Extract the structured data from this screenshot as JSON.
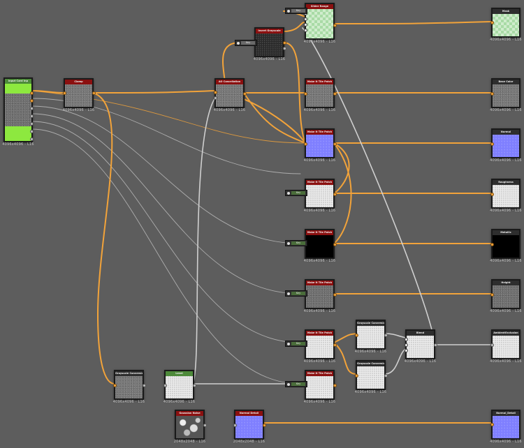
{
  "nodes": {
    "input_card": {
      "title": "Input Card Inp",
      "res": "4096x4096 - L16"
    },
    "clamp": {
      "title": "Clamp",
      "res": "4096x4096 - L16"
    },
    "ao_cancellation": {
      "title": "AO Cancellation",
      "res": "4096x4096 - L16"
    },
    "invert_grayscale": {
      "title": "Invert Grayscale",
      "res": "4096x4096 - L16"
    },
    "slider_range": {
      "title": "Slider Range",
      "res": "4096x4096 - L16"
    },
    "make_it_tile_1": {
      "title": "Make It Tile Patch",
      "res": "4096x4096 - L16"
    },
    "make_it_tile_2": {
      "title": "Make It Tile Patch",
      "res": "4096x4096 - L16"
    },
    "make_it_tile_3": {
      "title": "Make It Tile Patch",
      "res": "4096x4096 - L16"
    },
    "make_it_tile_4": {
      "title": "Make It Tile Patch",
      "res": "4096x4096 - L16"
    },
    "make_it_tile_5": {
      "title": "Make It Tile Patch",
      "res": "4096x4096 - L16"
    },
    "make_it_tile_6": {
      "title": "Make It Tile Patch",
      "res": "4096x4096 - L16"
    },
    "make_it_tile_7": {
      "title": "Make It Tile Patch",
      "res": "4096x4096 - L16"
    },
    "grayscale_conv_1": {
      "title": "Grayscale Conversion",
      "res": "4096x4096 - L16"
    },
    "grayscale_conv_2": {
      "title": "Grayscale Conversion",
      "res": "4096x4096 - L16"
    },
    "grayscale_conv_3": {
      "title": "Grayscale Conversion",
      "res": "4096x4096 - L16"
    },
    "blend": {
      "title": "Blend",
      "res": "4096x4096 - L16"
    },
    "level": {
      "title": "Level",
      "res": "4096x4096 - L16"
    },
    "gaussian_noise": {
      "title": "Gaussian Noise",
      "res": "2048x2048 - L16"
    },
    "normal_detail": {
      "title": "Normal Detail",
      "res": "2048x2048 - L16"
    }
  },
  "outputs": {
    "mask": {
      "title": "Mask",
      "res": "4096x4096 - L16"
    },
    "base_color": {
      "title": "Base Color",
      "res": "4096x4096 - L16"
    },
    "normal": {
      "title": "Normal",
      "res": "4096x4096 - L16"
    },
    "roughness": {
      "title": "Roughness",
      "res": "4096x4096 - L16"
    },
    "metallic": {
      "title": "Metallic",
      "res": "4096x4096 - L16"
    },
    "height": {
      "title": "Height",
      "res": "4096x4096 - L16"
    },
    "ambient_occlusion": {
      "title": "AmbientOcclusion",
      "res": "4096x4096 - L16"
    },
    "normal_detail_out": {
      "title": "Normal_Detail",
      "res": "4096x4096 - L16"
    }
  },
  "params": {
    "p_invert": "Key",
    "p_slider": "Key",
    "p_rough": "Key",
    "p_metal": "Key",
    "p_height": "Key",
    "p_ao1": "Key",
    "p_ao2": "Key"
  },
  "colors": {
    "canvas": "#5d5d5d",
    "wire_color": "#f2a33a",
    "wire_gray": "#c8c8c8",
    "header_red": "#8b1010",
    "header_green": "#4d8a3a",
    "param_green": "#4a6d3a"
  }
}
